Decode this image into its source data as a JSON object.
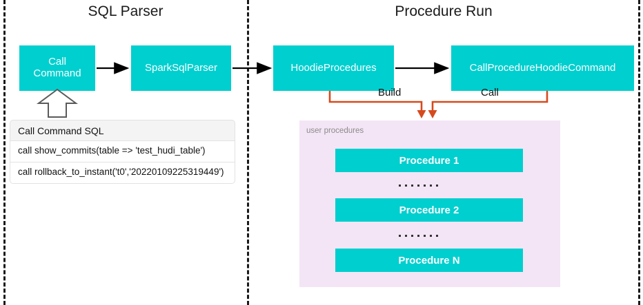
{
  "diagram": {
    "title_left": "SQL Parser",
    "title_right": "Procedure Run"
  },
  "sql_parser": {
    "nodes": [
      {
        "id": "call-command",
        "label": "Call\nCommand"
      },
      {
        "id": "spark-sql-parser",
        "label": "SparkSqlParser"
      }
    ],
    "sql_table": {
      "header": "Call Command SQL",
      "rows": [
        "call show_commits(table => 'test_hudi_table')",
        "call rollback_to_instant('t0','20220109225319449')"
      ]
    }
  },
  "procedure_run": {
    "nodes": [
      {
        "id": "hoodie-procedures",
        "label": "HoodieProcedures"
      },
      {
        "id": "call-procedure-hoodie-command",
        "label": "CallProcedureHoodieCommand"
      }
    ],
    "edge_labels": {
      "build": "Build",
      "call": "Call"
    },
    "panel": {
      "label": "user procedures",
      "procedures": [
        "Procedure 1",
        "Procedure 2",
        "Procedure N"
      ],
      "ellipsis": "......."
    }
  },
  "colors": {
    "node_fill": "#00CFCF",
    "node_text": "#FFFFFF",
    "panel_fill": "#F3E5F5",
    "panel_label": "#8A8A8A",
    "edge_black": "#000000",
    "edge_orange": "#D64A1E",
    "divider": "#1A1A1A",
    "sql_header_fill": "#F4F4F4",
    "sql_border": "#E2E2E2"
  }
}
